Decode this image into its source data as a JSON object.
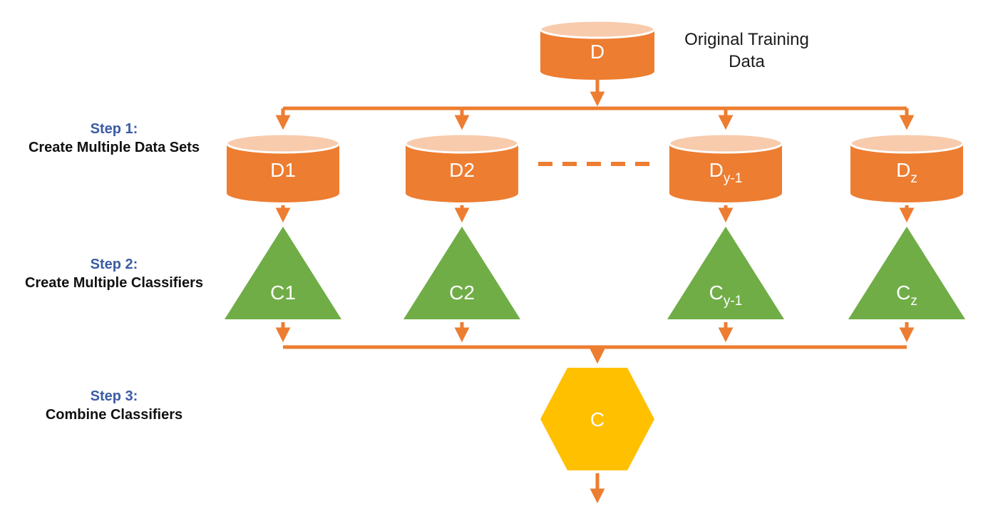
{
  "diagram": {
    "note": "Original Training Data",
    "root": {
      "main": "D",
      "sub": ""
    },
    "steps": [
      {
        "title": "Step 1:",
        "desc": "Create Multiple Data Sets"
      },
      {
        "title": "Step 2:",
        "desc": "Create Multiple Classifiers"
      },
      {
        "title": "Step 3:",
        "desc": "Combine Classifiers"
      }
    ],
    "datasets": [
      {
        "main": "D1",
        "sub": ""
      },
      {
        "main": "D2",
        "sub": ""
      },
      {
        "main": "D",
        "sub": "y-1"
      },
      {
        "main": "D",
        "sub": "z"
      }
    ],
    "classifiers": [
      {
        "main": "C1",
        "sub": ""
      },
      {
        "main": "C2",
        "sub": ""
      },
      {
        "main": "C",
        "sub": "y-1"
      },
      {
        "main": "C",
        "sub": "z"
      }
    ],
    "combiner": {
      "main": "C",
      "sub": ""
    },
    "colors": {
      "orange": "#ED7D31",
      "orange_light": "#F8CBAD",
      "green": "#70AD47",
      "yellow": "#FFC000",
      "blue": "#3B5BA5",
      "text_dark": "#1A1A1A",
      "white": "#FFFFFF"
    }
  }
}
